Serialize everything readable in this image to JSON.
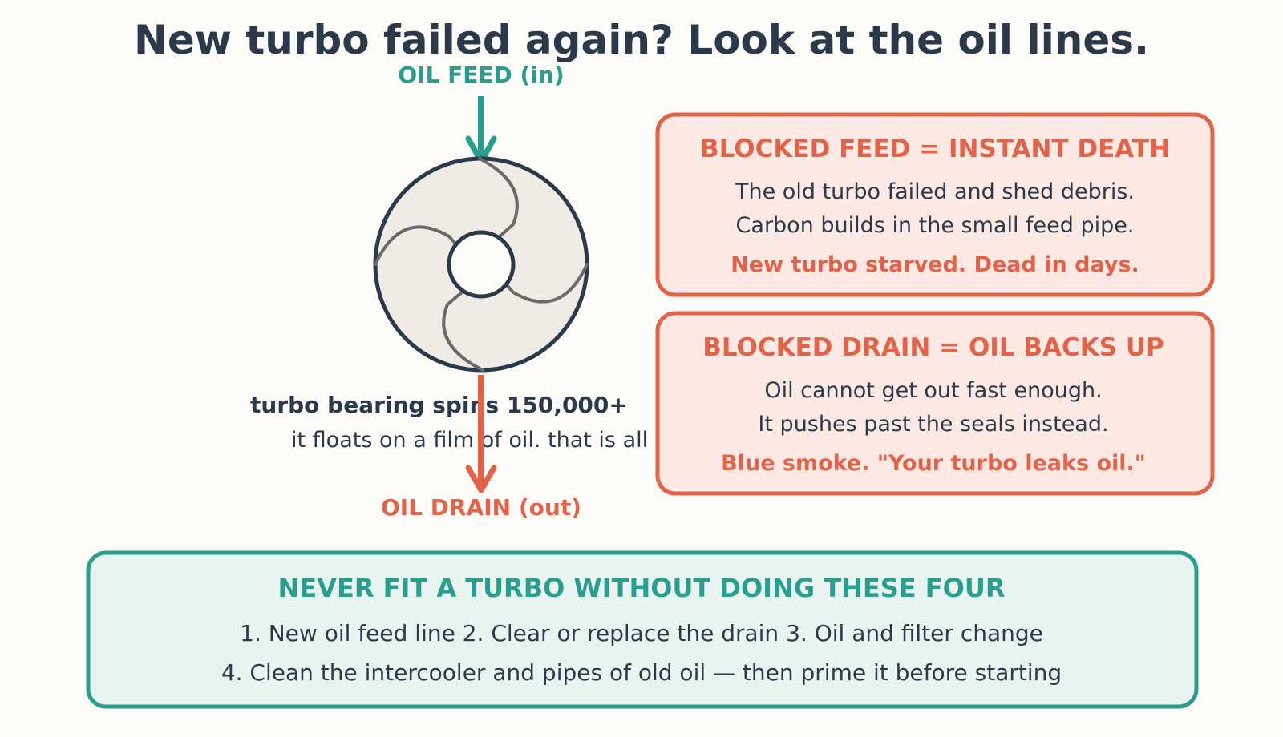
{
  "title": "New turbo failed again? Look at the oil lines.",
  "diagram": {
    "feed_label": "OIL FEED (in)",
    "drain_label": "OIL DRAIN (out)",
    "caption_bold": "turbo bearing spins 150,000+",
    "caption_sub": "it floats on a film of oil. that is all"
  },
  "cards": {
    "feed": {
      "heading": "BLOCKED FEED = INSTANT DEATH",
      "line1": "The old turbo failed and shed debris.",
      "line2": "Carbon builds in the small feed pipe.",
      "emphasis": "New turbo starved. Dead in days."
    },
    "drain": {
      "heading": "BLOCKED DRAIN = OIL BACKS UP",
      "line1": "Oil cannot get out fast enough.",
      "line2": "It pushes past the seals instead.",
      "emphasis": "Blue smoke. \"Your turbo leaks oil.\""
    }
  },
  "checklist": {
    "heading": "NEVER FIT A TURBO WITHOUT DOING THESE FOUR",
    "line1": "1. New oil feed line 2. Clear or replace the drain 3. Oil and filter change",
    "line2": "4. Clean the intercooler and pipes of old oil — then prime it before starting"
  },
  "colors": {
    "teal": "#2a9d8f",
    "orange": "#e0634a",
    "navy": "#2b3a4a",
    "housing": "#f0ebe4",
    "blade": "#6b6b6b",
    "card_bg": "#fce9e4",
    "checklist_bg": "#e8f4f0"
  }
}
